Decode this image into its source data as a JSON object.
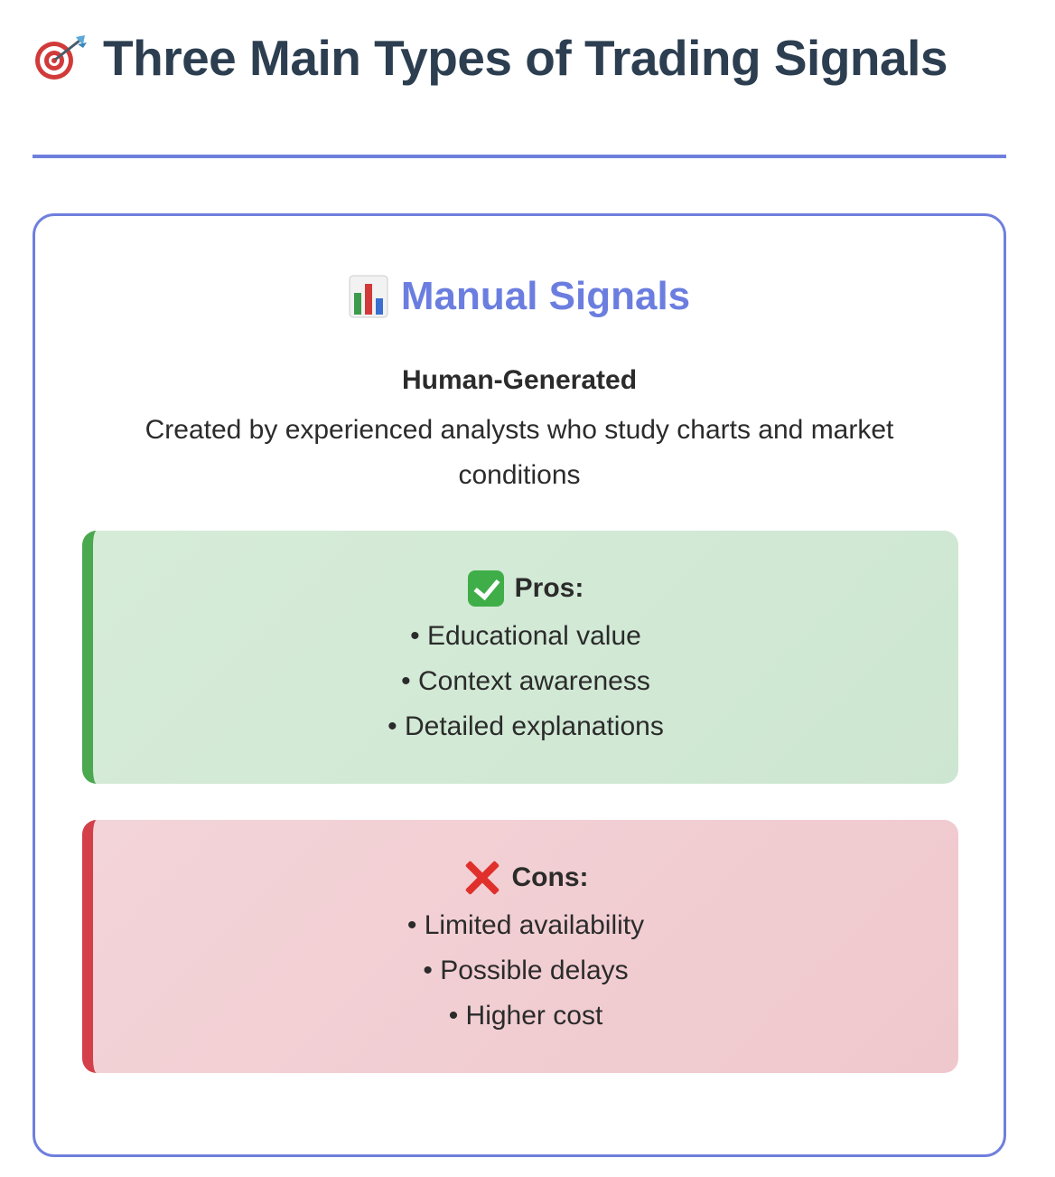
{
  "page": {
    "title": "Three Main Types of Trading Signals",
    "title_icon": "direct-hit-dart-icon"
  },
  "card": {
    "title": "Manual Signals",
    "title_icon": "bar-chart-icon",
    "subtitle": "Human-Generated",
    "description": "Created by experienced analysts who study charts and market conditions",
    "border_color": "#6f7fdd",
    "title_color": "#6b7ee0"
  },
  "pros": {
    "label": "Pros:",
    "icon": "check-mark-icon",
    "accent": "#4aa84e",
    "items": [
      "Educational value",
      "Context awareness",
      "Detailed explanations"
    ]
  },
  "cons": {
    "label": "Cons:",
    "icon": "cross-mark-icon",
    "accent": "#d3404a",
    "items": [
      "Limited availability",
      "Possible delays",
      "Higher cost"
    ]
  }
}
